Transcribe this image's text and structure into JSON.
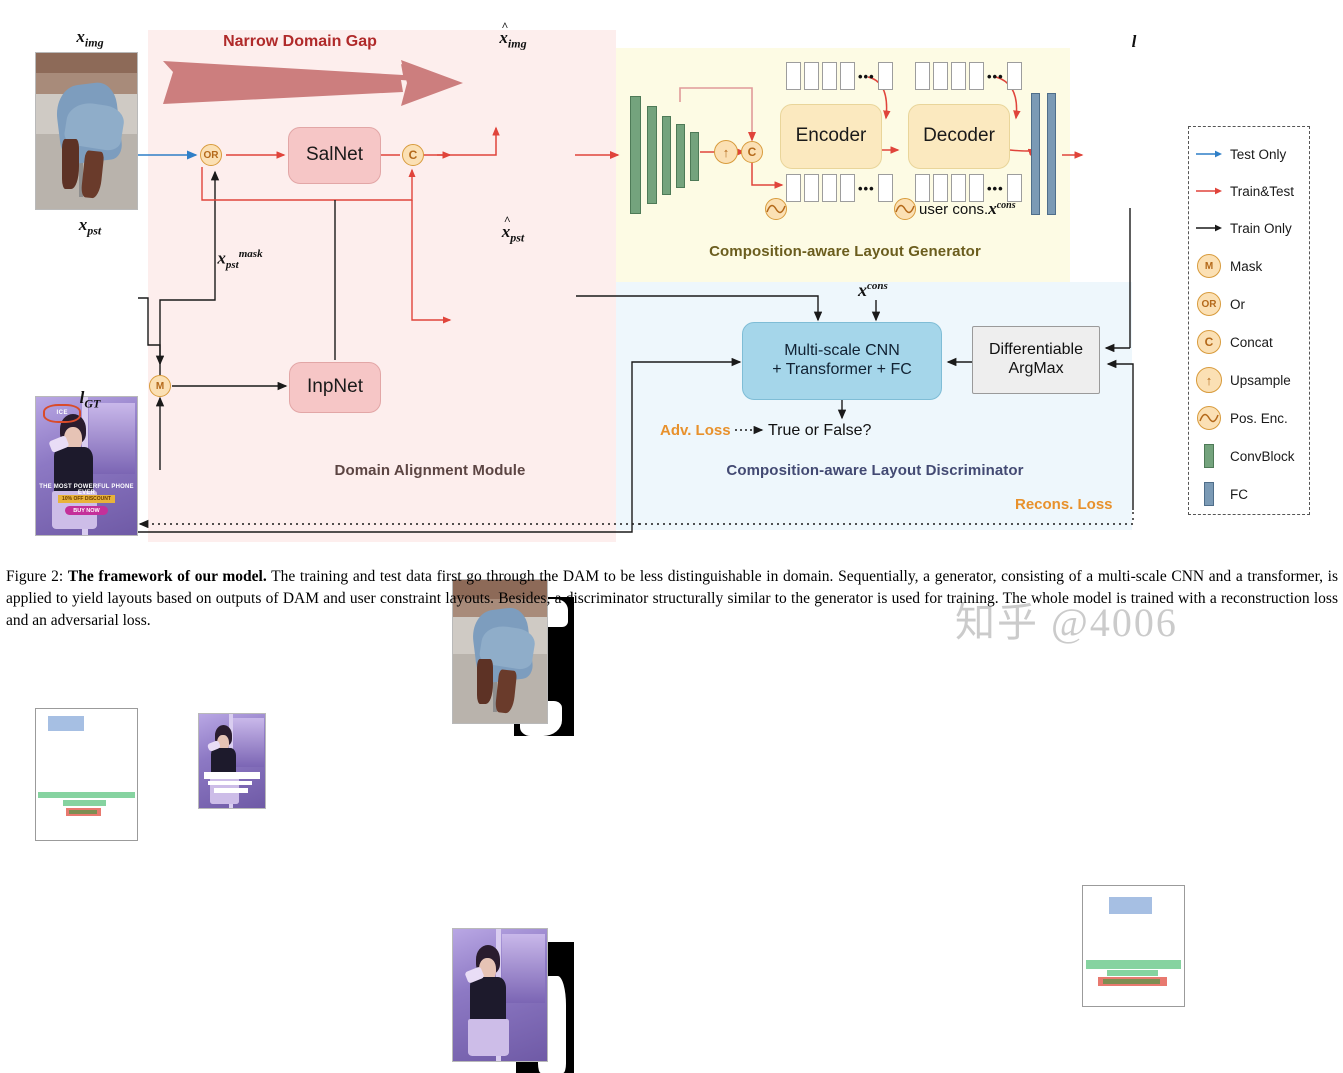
{
  "figure": {
    "caption_prefix": "Figure 2:",
    "caption_bold": "The framework of our model.",
    "caption_body": "The training and test data first go through the DAM to be less distinguishable in domain. Sequentially, a generator, consisting of a multi-scale CNN and a transformer, is applied to yield layouts based on outputs of DAM and user constraint layouts. Besides, a discriminator structurally similar to the generator is used for training. The whole model is trained with a reconstruction loss and an adversarial loss.",
    "watermark": "知乎 @4006"
  },
  "panels": {
    "dam": {
      "label": "Domain Alignment Module",
      "color": "#fdeeed",
      "label_color": "#5c4543"
    },
    "generator": {
      "label": "Composition-aware Layout Generator",
      "color": "#fdfbe4",
      "label_color": "#6b5d1e"
    },
    "discriminator": {
      "label": "Composition-aware Layout Discriminator",
      "color": "#eef7fc",
      "label_color": "#434a73"
    }
  },
  "annotations": {
    "narrow_domain_gap": "Narrow Domain Gap",
    "narrow_domain_gap_color": "#b02a2a",
    "adv_loss": "Adv. Loss",
    "true_or_false": "True or False?",
    "recons_loss": "Recons. Loss",
    "loss_color": "#e8912c",
    "user_cons": "user cons.",
    "x_cons_symbol": "x",
    "x_cons_sup": "cons"
  },
  "inputs": {
    "x_img": {
      "symbol": "x",
      "sub": "img"
    },
    "x_pst": {
      "symbol": "x",
      "sub": "pst"
    },
    "x_pst_mask": {
      "symbol": "x",
      "sub": "pst",
      "sup": "mask"
    },
    "l_gt": {
      "symbol": "l",
      "sub": "GT"
    }
  },
  "outputs": {
    "x_img_hat": {
      "symbol": "x",
      "sub": "img",
      "hat": true
    },
    "x_pst_hat": {
      "symbol": "x",
      "sub": "pst",
      "hat": true
    },
    "l": {
      "symbol": "l"
    }
  },
  "poster_art": {
    "logo": "ICE",
    "headline": "THE MOST POWERFUL PHONE EVER",
    "discount": "10% OFF DISCOUNT",
    "cta": "BUY NOW"
  },
  "blocks": {
    "salnet": "SalNet",
    "inpnet": "InpNet",
    "encoder": "Encoder",
    "decoder": "Decoder",
    "discriminator_net_line1": "Multi-scale CNN",
    "discriminator_net_line2": "+ Transformer + FC",
    "argmax_line1": "Differentiable",
    "argmax_line2": "ArgMax"
  },
  "nodes": {
    "or": "OR",
    "mask": "M",
    "concat": "C",
    "upsample": "↑"
  },
  "legend": {
    "items": [
      {
        "icon": "arrow-blue-icon",
        "label": "Test Only",
        "color": "#2f7fc7",
        "kind": "arrow"
      },
      {
        "icon": "arrow-red-icon",
        "label": "Train&Test",
        "color": "#e0443b",
        "kind": "arrow"
      },
      {
        "icon": "arrow-black-icon",
        "label": "Train Only",
        "color": "#1a1a1a",
        "kind": "arrow"
      },
      {
        "icon": "mask-node-icon",
        "label": "Mask",
        "color": "#b4691a",
        "kind": "circle",
        "glyph": "M"
      },
      {
        "icon": "or-node-icon",
        "label": "Or",
        "color": "#b4691a",
        "kind": "circle",
        "glyph": "OR"
      },
      {
        "icon": "concat-node-icon",
        "label": "Concat",
        "color": "#b4691a",
        "kind": "circle",
        "glyph": "C"
      },
      {
        "icon": "upsample-node-icon",
        "label": "Upsample",
        "color": "#b4691a",
        "kind": "circle",
        "glyph": "↑"
      },
      {
        "icon": "pos-enc-node-icon",
        "label": "Pos. Enc.",
        "color": "#b4691a",
        "kind": "sine"
      },
      {
        "icon": "convblock-swatch-icon",
        "label": "ConvBlock",
        "color": "#74a37d",
        "kind": "bar"
      },
      {
        "icon": "fc-swatch-icon",
        "label": "FC",
        "color": "#7b9ab5",
        "kind": "bar"
      }
    ]
  },
  "chart_data": {
    "type": "diagram",
    "conv_blocks_heights": [
      116,
      92,
      76,
      60,
      46
    ],
    "fc_blocks": 2,
    "token_rows": 4,
    "tokens_per_row": 5,
    "layout_l": {
      "boxes": [
        {
          "color": "#a6bfe3",
          "x": 0.26,
          "y": 0.09,
          "w": 0.42,
          "h": 0.14
        },
        {
          "color": "#86d3a0",
          "x": 0.03,
          "y": 0.62,
          "w": 0.94,
          "h": 0.075
        },
        {
          "color": "#86d3a0",
          "x": 0.24,
          "y": 0.7,
          "w": 0.5,
          "h": 0.05
        },
        {
          "color": "#e8796f",
          "x": 0.15,
          "y": 0.755,
          "w": 0.68,
          "h": 0.075
        },
        {
          "color": "#7d8d52",
          "x": 0.2,
          "y": 0.772,
          "w": 0.56,
          "h": 0.042
        }
      ]
    },
    "layout_l_gt": {
      "boxes": [
        {
          "color": "#a6bfe3",
          "x": 0.12,
          "y": 0.05,
          "w": 0.36,
          "h": 0.12
        },
        {
          "color": "#86d3a0",
          "x": 0.02,
          "y": 0.635,
          "w": 0.96,
          "h": 0.045
        },
        {
          "color": "#86d3a0",
          "x": 0.27,
          "y": 0.695,
          "w": 0.42,
          "h": 0.045
        },
        {
          "color": "#e8796f",
          "x": 0.3,
          "y": 0.755,
          "w": 0.34,
          "h": 0.065
        },
        {
          "color": "#7d8d52",
          "x": 0.33,
          "y": 0.772,
          "w": 0.27,
          "h": 0.032
        }
      ]
    }
  }
}
